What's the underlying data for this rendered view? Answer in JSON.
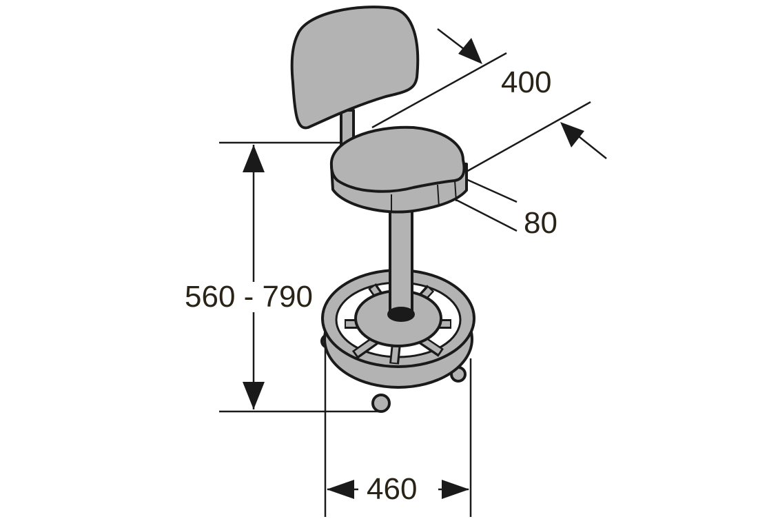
{
  "colors": {
    "fill": "#b3b3b3",
    "stroke": "#1a1a1a",
    "text": "#2a2418"
  },
  "dimensions": {
    "seat_depth": "400",
    "seat_thickness": "80",
    "seat_height_range": "560 - 790",
    "base_width": "460"
  }
}
